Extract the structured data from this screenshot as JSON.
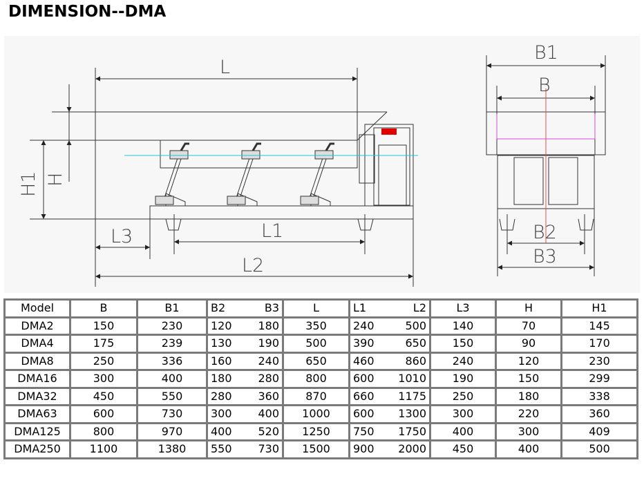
{
  "title": "DIMENSION--DMA",
  "drawing": {
    "side_view_labels": {
      "L": "L",
      "H1": "H1",
      "H": "H",
      "L1": "L1",
      "L2": "L2",
      "L3": "L3"
    },
    "end_view_labels": {
      "B1": "B1",
      "B": "B",
      "B2": "B2",
      "B3": "B3"
    },
    "colors": {
      "line": "#333333",
      "center_line": "#26c6da",
      "motor_cap": "#e00000",
      "inner_box": "#d24bd2",
      "axis": "#e05050"
    }
  },
  "table": {
    "headers": [
      "Model",
      "B",
      "B1",
      "B2",
      "B3",
      "L",
      "L1",
      "L2",
      "L3",
      "H",
      "H1"
    ],
    "rows": [
      [
        "DMA2",
        "150",
        "230",
        "120",
        "180",
        "350",
        "240",
        "500",
        "140",
        "70",
        "145"
      ],
      [
        "DMA4",
        "175",
        "239",
        "130",
        "190",
        "500",
        "390",
        "650",
        "150",
        "90",
        "170"
      ],
      [
        "DMA8",
        "250",
        "336",
        "160",
        "240",
        "650",
        "460",
        "860",
        "240",
        "120",
        "230"
      ],
      [
        "DMA16",
        "300",
        "400",
        "180",
        "280",
        "800",
        "600",
        "1010",
        "190",
        "150",
        "299"
      ],
      [
        "DMA32",
        "450",
        "550",
        "280",
        "360",
        "870",
        "660",
        "1175",
        "250",
        "180",
        "338"
      ],
      [
        "DMA63",
        "600",
        "730",
        "300",
        "400",
        "1000",
        "600",
        "1300",
        "300",
        "220",
        "360"
      ],
      [
        "DMA125",
        "800",
        "970",
        "400",
        "520",
        "1250",
        "750",
        "1750",
        "400",
        "300",
        "409"
      ],
      [
        "DMA250",
        "1100",
        "1380",
        "550",
        "730",
        "1500",
        "900",
        "2000",
        "450",
        "400",
        "500"
      ]
    ]
  }
}
